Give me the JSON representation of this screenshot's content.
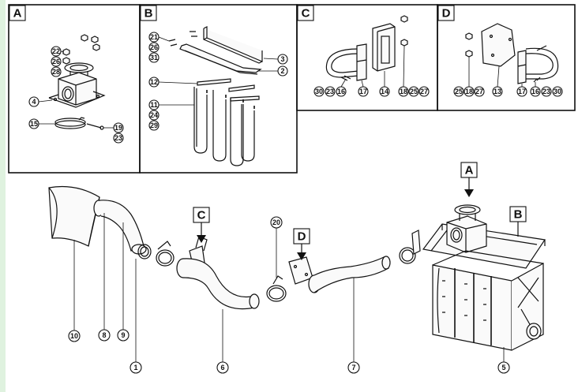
{
  "panels": [
    {
      "letter": "A"
    },
    {
      "letter": "B"
    },
    {
      "letter": "C"
    },
    {
      "letter": "D"
    }
  ],
  "detail_refs": [
    "A",
    "B",
    "C",
    "D"
  ],
  "callouts": {
    "a22": "22",
    "a26": "26",
    "a28": "28",
    "a4": "4",
    "a15": "15",
    "a19": "19",
    "a23": "23",
    "b21": "21",
    "b26": "26",
    "b31": "31",
    "b3": "3",
    "b2": "2",
    "b12": "12",
    "b11": "11",
    "b24": "24",
    "b29": "29",
    "c30": "30",
    "c23": "23",
    "c16": "16",
    "c17": "17",
    "c14": "14",
    "c18": "18",
    "c25": "25",
    "c27": "27",
    "d25": "25",
    "d18": "18",
    "d27": "27",
    "d13": "13",
    "d17": "17",
    "d16": "16",
    "d23": "23",
    "d30": "30",
    "m10": "10",
    "m8": "8",
    "m9": "9",
    "m1": "1",
    "m6": "6",
    "m20": "20",
    "m7": "7",
    "m5": "5"
  },
  "colors": {
    "line": "#111111",
    "accent_strip": "#dff2df",
    "shade": "#d9d9d9"
  }
}
